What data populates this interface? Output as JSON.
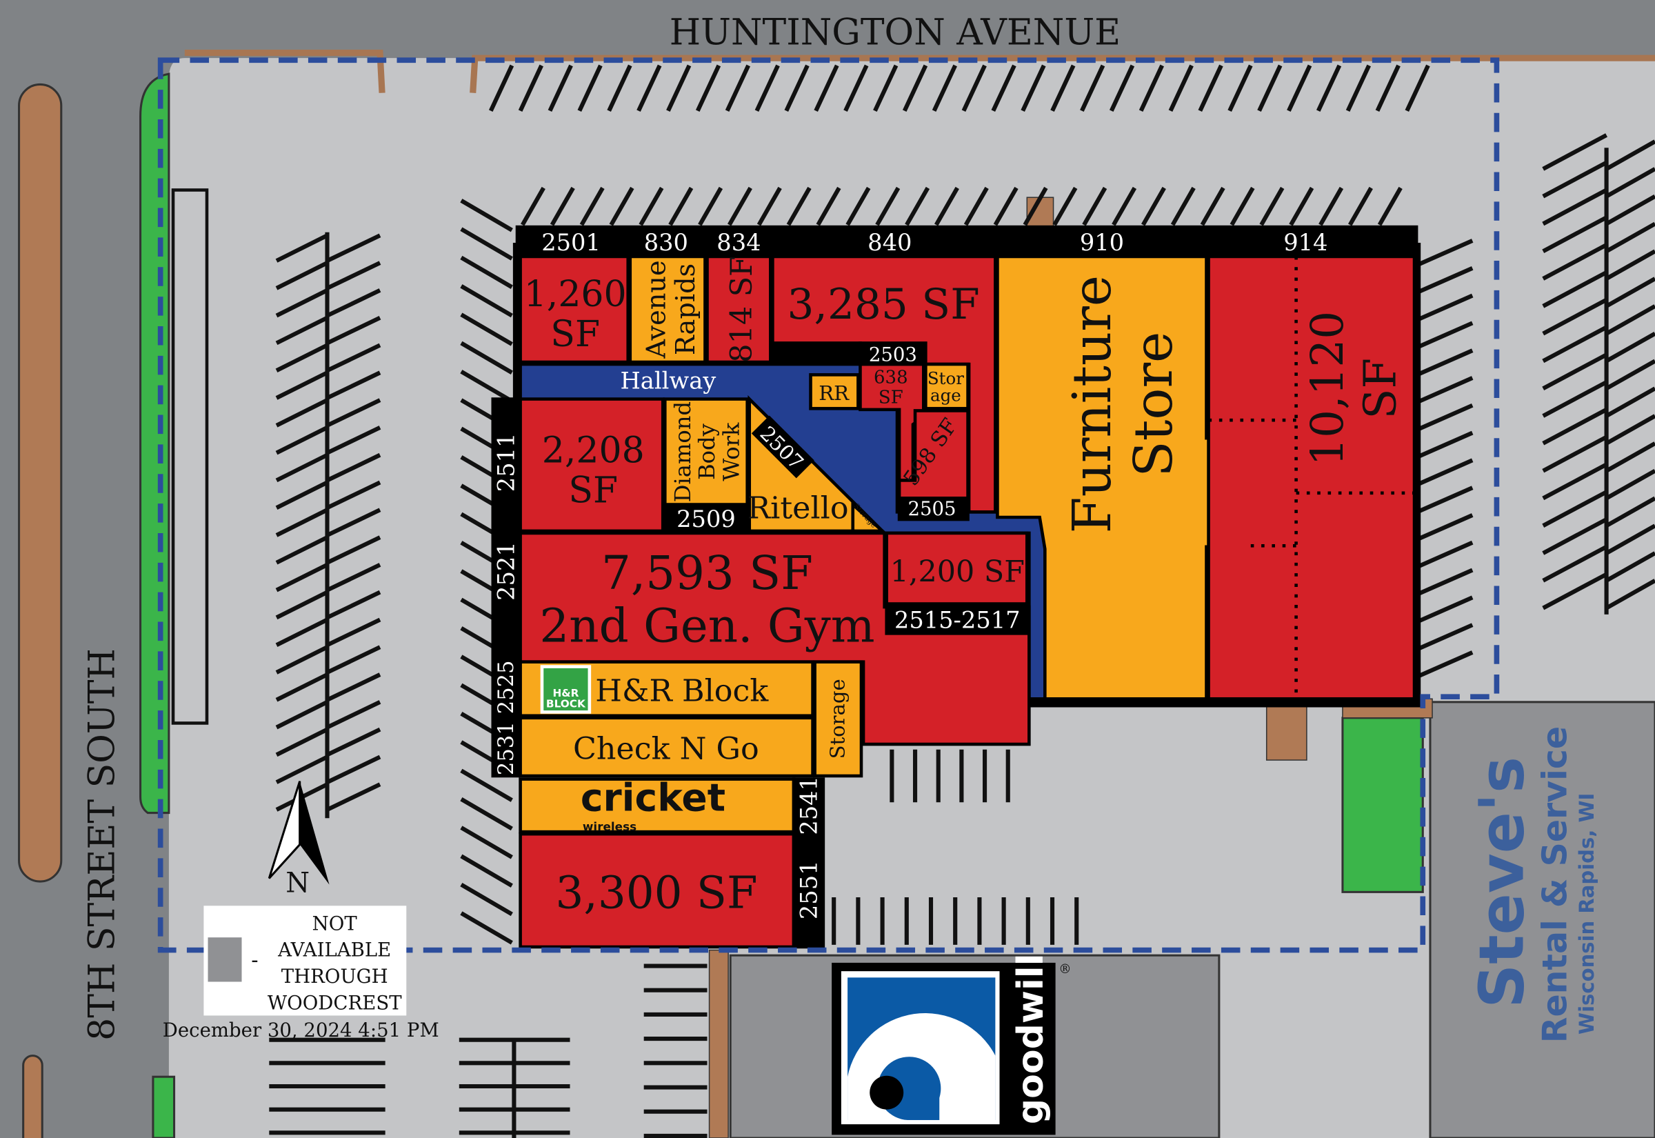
{
  "streets": {
    "north": "HUNTINGTON AVENUE",
    "west": "8TH STREET SOUTH"
  },
  "colors": {
    "leased": "#d42128",
    "available_orange": "#f8a81c",
    "hallway": "#233f91",
    "lot": "#c4c5c7",
    "road": "#808386",
    "boundary": "#2c4d9c",
    "steves": "#3c609c"
  },
  "units": {
    "u2501": {
      "number": "2501",
      "line1": "1,260",
      "line2": "SF"
    },
    "u830": {
      "number": "830",
      "line1": "Avenue",
      "line2": "Rapids"
    },
    "u834": {
      "number": "834",
      "label": "814 SF"
    },
    "u840": {
      "number": "840",
      "label": "3,285 SF"
    },
    "u910": {
      "number": "910",
      "line1": "Furniture",
      "line2": "Store"
    },
    "u914": {
      "number": "914",
      "line1": "10,120",
      "line2": "SF"
    },
    "hallway": "Hallway",
    "rr": "RR",
    "u2503": {
      "number": "2503",
      "line1": "638",
      "line2": "SF"
    },
    "storage_small": {
      "line1": "Stor",
      "line2": "age"
    },
    "u2505": {
      "number": "2505",
      "label": "598 SF"
    },
    "u2511": {
      "number": "2511",
      "line1": "2,208",
      "line2": "SF"
    },
    "u2509": {
      "number": "2509",
      "line1": "Diamond",
      "line2": "Body",
      "line3": "Work"
    },
    "u2507": {
      "number": "2507",
      "label": "Ritello",
      "storage": "Storage"
    },
    "u2521": {
      "number": "2521",
      "line1": "7,593 SF",
      "line2": "2nd Gen. Gym"
    },
    "u2515": {
      "number": "2515-2517",
      "label": "1,200 SF"
    },
    "u2525": {
      "number": "2525",
      "label": "H&R Block",
      "logo_line1": "H&R",
      "logo_line2": "BLOCK"
    },
    "u2531": {
      "number": "2531",
      "label": "Check N Go",
      "storage": "Storage"
    },
    "u2541": {
      "number": "2541",
      "logo": "cricket",
      "logo_sub": "wireless"
    },
    "u2551": {
      "number": "2551",
      "label": "3,300 SF"
    }
  },
  "legend": {
    "line1": "NOT",
    "line2": "AVAILABLE",
    "line3": "THROUGH",
    "line4": "WOODCREST",
    "dash": "-"
  },
  "north_label": "N",
  "timestamp": "December 30, 2024 4:51 PM",
  "goodwill": {
    "wordmark": "goodwill",
    "registered": "®"
  },
  "steves": {
    "line1": "Steve's",
    "line2": "Rental & Service",
    "line3": "Wisconsin Rapids, WI"
  }
}
